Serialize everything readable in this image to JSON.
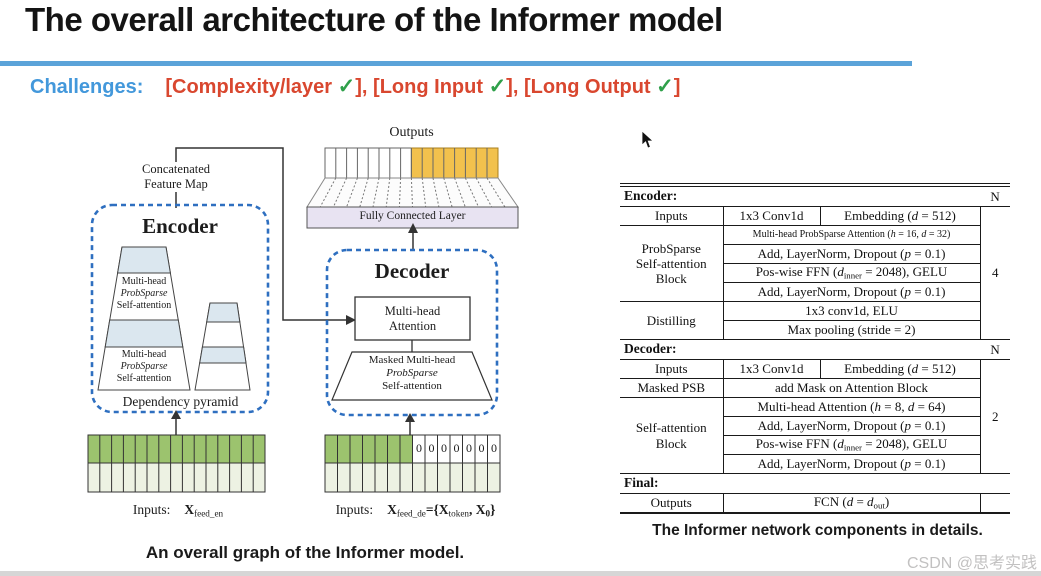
{
  "title": "The overall architecture of the Informer model",
  "challenges": {
    "label": "Challenges:",
    "items": [
      {
        "prefix": "[Complexity/layer ",
        "check": "✓",
        "suffix": "], "
      },
      {
        "prefix": "[Long Input ",
        "check": "✓",
        "suffix": "], "
      },
      {
        "prefix": "[Long Output ",
        "check": "✓",
        "suffix": "]"
      }
    ]
  },
  "figure": {
    "outputs_label": "Outputs",
    "concat_line1": "Concatenated",
    "concat_line2": "Feature Map",
    "fc_label": "Fully Connected Layer",
    "encoder_title": "Encoder",
    "decoder_title": "Decoder",
    "attention_stack": {
      "line1": "Multi-head",
      "line2": "ProbSparse",
      "line3": "Self-attention"
    },
    "dependency_label": "Dependency pyramid",
    "mha_box": {
      "line1": "Multi-head",
      "line2": "Attention"
    },
    "masked_stack": {
      "line1": "Masked Multi-head",
      "line2": "ProbSparse",
      "line3": "Self-attention"
    },
    "zero": "0",
    "inputs_label": "Inputs:",
    "inputs_en_value": [
      {
        "t": "X",
        "c": "bx"
      },
      {
        "t": "feed_en",
        "c": "sub"
      }
    ],
    "inputs_de_value": [
      {
        "t": "X",
        "c": "bx"
      },
      {
        "t": "feed_de",
        "c": "sub"
      },
      {
        "t": "={",
        "c": "bx"
      },
      {
        "t": "X",
        "c": "bx"
      },
      {
        "t": "token",
        "c": "sub"
      },
      {
        "t": ", ",
        "c": "bx"
      },
      {
        "t": "X",
        "c": "bx"
      },
      {
        "t": "0",
        "c": "sub bx"
      },
      {
        "t": "}",
        "c": "bx"
      }
    ],
    "caption": "An overall graph of the Informer model."
  },
  "table": {
    "n_header": "N",
    "encoder": {
      "header": "Encoder:",
      "n_value": "4",
      "inputs_label": "Inputs",
      "inputs_conv": "1x3 Conv1d",
      "inputs_embedding": [
        {
          "t": "Embedding ("
        },
        {
          "t": "d",
          "c": "v"
        },
        {
          "t": " = 512)"
        }
      ],
      "block_label": [
        {
          "t": "ProbSparse",
          "c": "blk"
        },
        {
          "t": "Self-attention",
          "c": "blk"
        },
        {
          "t": "Block",
          "c": "blk"
        }
      ],
      "attention_row": [
        {
          "t": "Multi-head ProbSparse Attention ("
        },
        {
          "t": "h",
          "c": "v"
        },
        {
          "t": " = 16, "
        },
        {
          "t": "d",
          "c": "v"
        },
        {
          "t": " = 32)"
        }
      ],
      "addnorm_row": [
        {
          "t": "Add, LayerNorm, Dropout ("
        },
        {
          "t": "p",
          "c": "v"
        },
        {
          "t": " = 0.1)"
        }
      ],
      "ffn_row": [
        {
          "t": "Pos-wise FFN ("
        },
        {
          "t": "d",
          "c": "v"
        },
        {
          "t": "inner",
          "c": "sub"
        },
        {
          "t": " = 2048), GELU"
        }
      ],
      "distilling_label": "Distilling",
      "distill_conv_row": "1x3 conv1d, ELU",
      "distill_pool_row": "Max pooling (stride = 2)"
    },
    "decoder": {
      "header": "Decoder:",
      "n_value": "2",
      "inputs_label": "Inputs",
      "inputs_conv": "1x3 Conv1d",
      "inputs_embedding": [
        {
          "t": "Embedding ("
        },
        {
          "t": "d",
          "c": "v"
        },
        {
          "t": " = 512)"
        }
      ],
      "masked_psb_label": "Masked PSB",
      "masked_psb_row": "add Mask on Attention Block",
      "block_label": [
        {
          "t": "Self-attention",
          "c": "blk"
        },
        {
          "t": "Block",
          "c": "blk"
        }
      ],
      "attention_row": [
        {
          "t": "Multi-head Attention ("
        },
        {
          "t": "h",
          "c": "v"
        },
        {
          "t": " = 8, "
        },
        {
          "t": "d",
          "c": "v"
        },
        {
          "t": " = 64)"
        }
      ],
      "addnorm_row": [
        {
          "t": "Add, LayerNorm, Dropout ("
        },
        {
          "t": "p",
          "c": "v"
        },
        {
          "t": " = 0.1)"
        }
      ],
      "ffn_row": [
        {
          "t": "Pos-wise FFN ("
        },
        {
          "t": "d",
          "c": "v"
        },
        {
          "t": "inner",
          "c": "sub"
        },
        {
          "t": " = 2048), GELU"
        }
      ]
    },
    "final": {
      "header": "Final:",
      "outputs_label": "Outputs",
      "fcn_row": [
        {
          "t": "FCN ("
        },
        {
          "t": "d",
          "c": "v"
        },
        {
          "t": " = "
        },
        {
          "t": "d",
          "c": "v"
        },
        {
          "t": "out",
          "c": "sub"
        },
        {
          "t": ")"
        }
      ]
    },
    "caption": "The Informer network components in details."
  },
  "watermark": "CSDN @思考实践",
  "colors": {
    "accent_blue": "#4398db",
    "rule_blue": "#5ba3d9",
    "challenge_red": "#d9472f",
    "check_green": "#2fa04a",
    "input_green": "#9cc36e",
    "input_pale": "#edf2e3",
    "output_orange": "#f2c14d",
    "pyramid_blue": "#dbe7ef",
    "fc_lavender": "#e8e3f2",
    "dashed_box_blue": "#2e6fc0"
  }
}
